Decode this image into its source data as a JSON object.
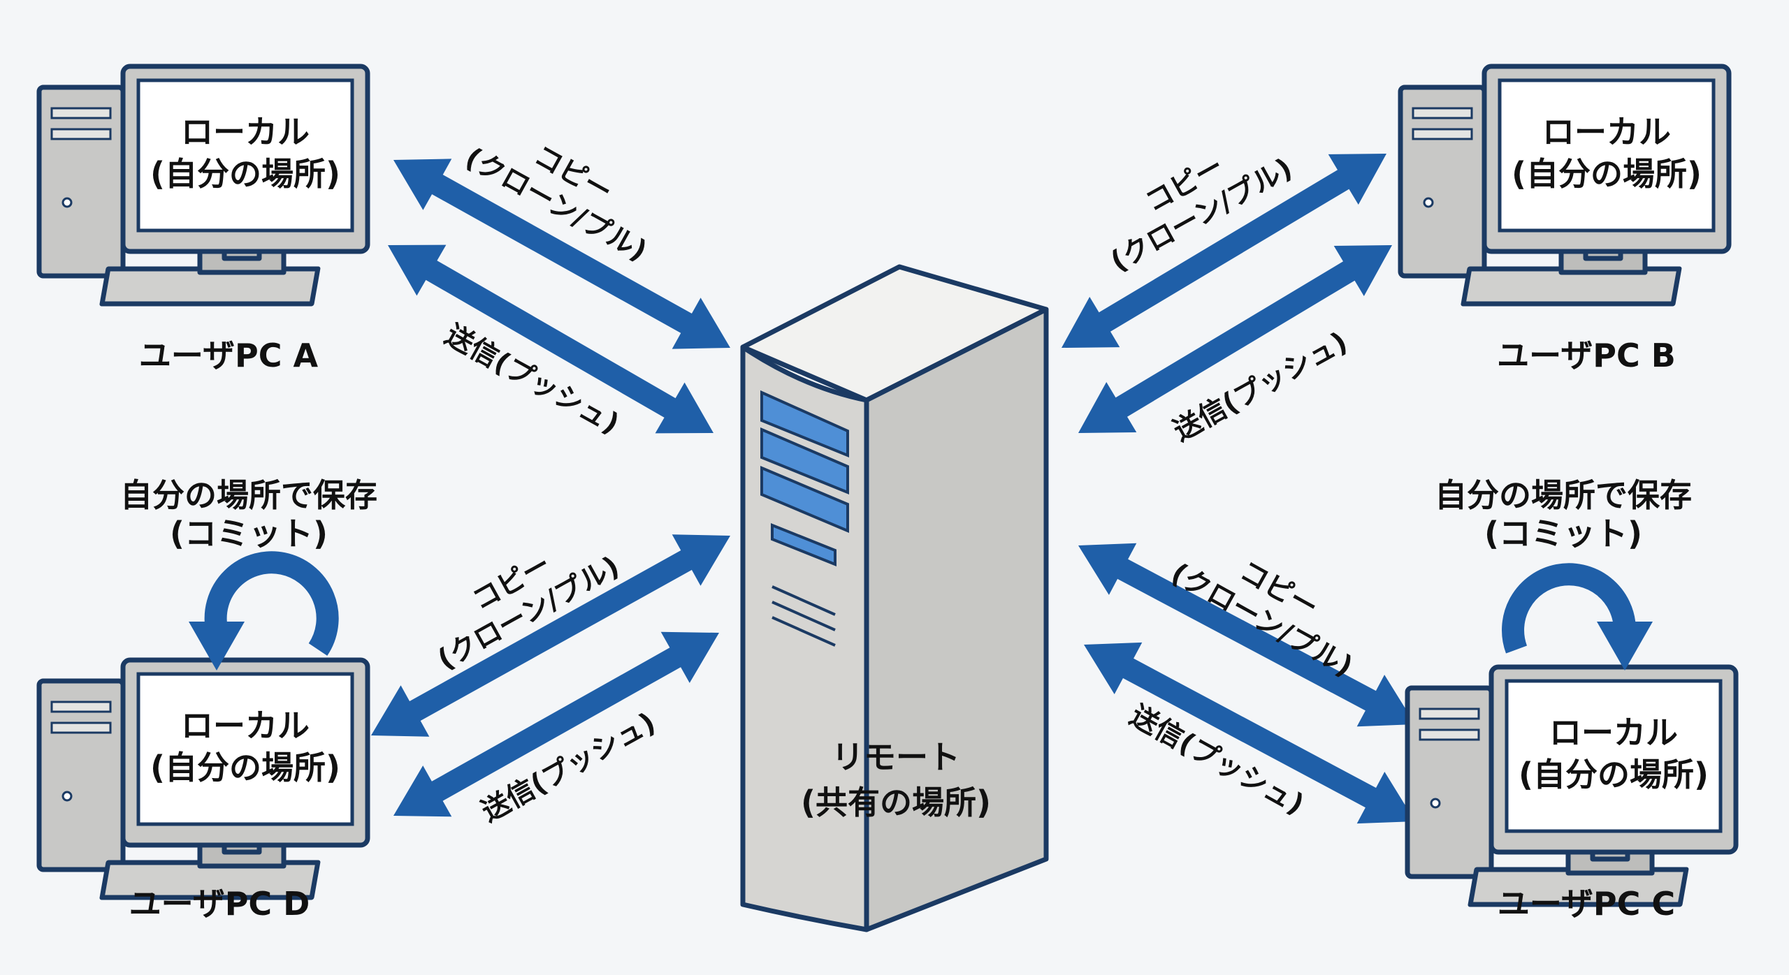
{
  "colors": {
    "arrow": "#1f5fa8",
    "outline": "#1b3a63",
    "bay": "#4f8fd6",
    "case": "#c9c9c6",
    "background": "#f4f6f8"
  },
  "server": {
    "title": "リモート",
    "subtitle": "(共有の場所)"
  },
  "screen": {
    "line1": "ローカル",
    "line2": "(自分の場所)"
  },
  "pcs": {
    "a": "ユーザPC A",
    "b": "ユーザPC B",
    "c": "ユーザPC C",
    "d": "ユーザPC D"
  },
  "arrows": {
    "copy_line1": "コピー",
    "copy_line2": "(クローン/プル)",
    "push": "送信(プッシュ)"
  },
  "commit": {
    "line1": "自分の場所で保存",
    "line2": "(コミット)"
  }
}
